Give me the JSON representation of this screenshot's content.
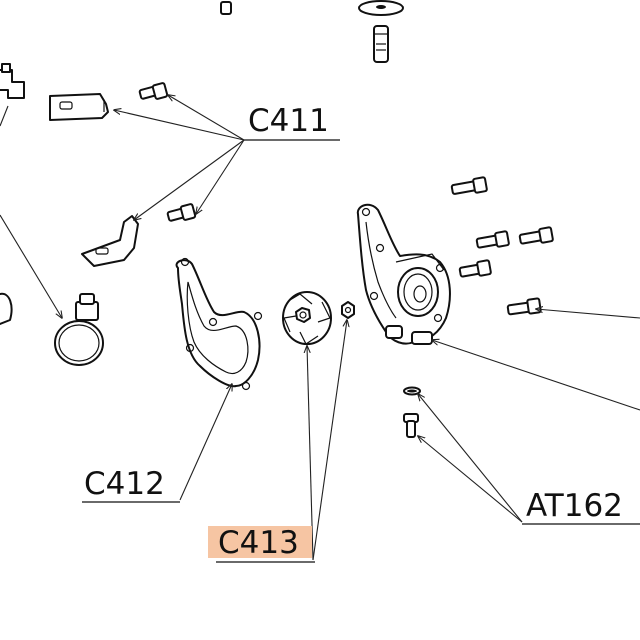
{
  "callouts": {
    "c411": "C411",
    "c412": "C412",
    "c413": "C413",
    "at162": "AT162"
  },
  "highlight_color": "#f6c5a3"
}
